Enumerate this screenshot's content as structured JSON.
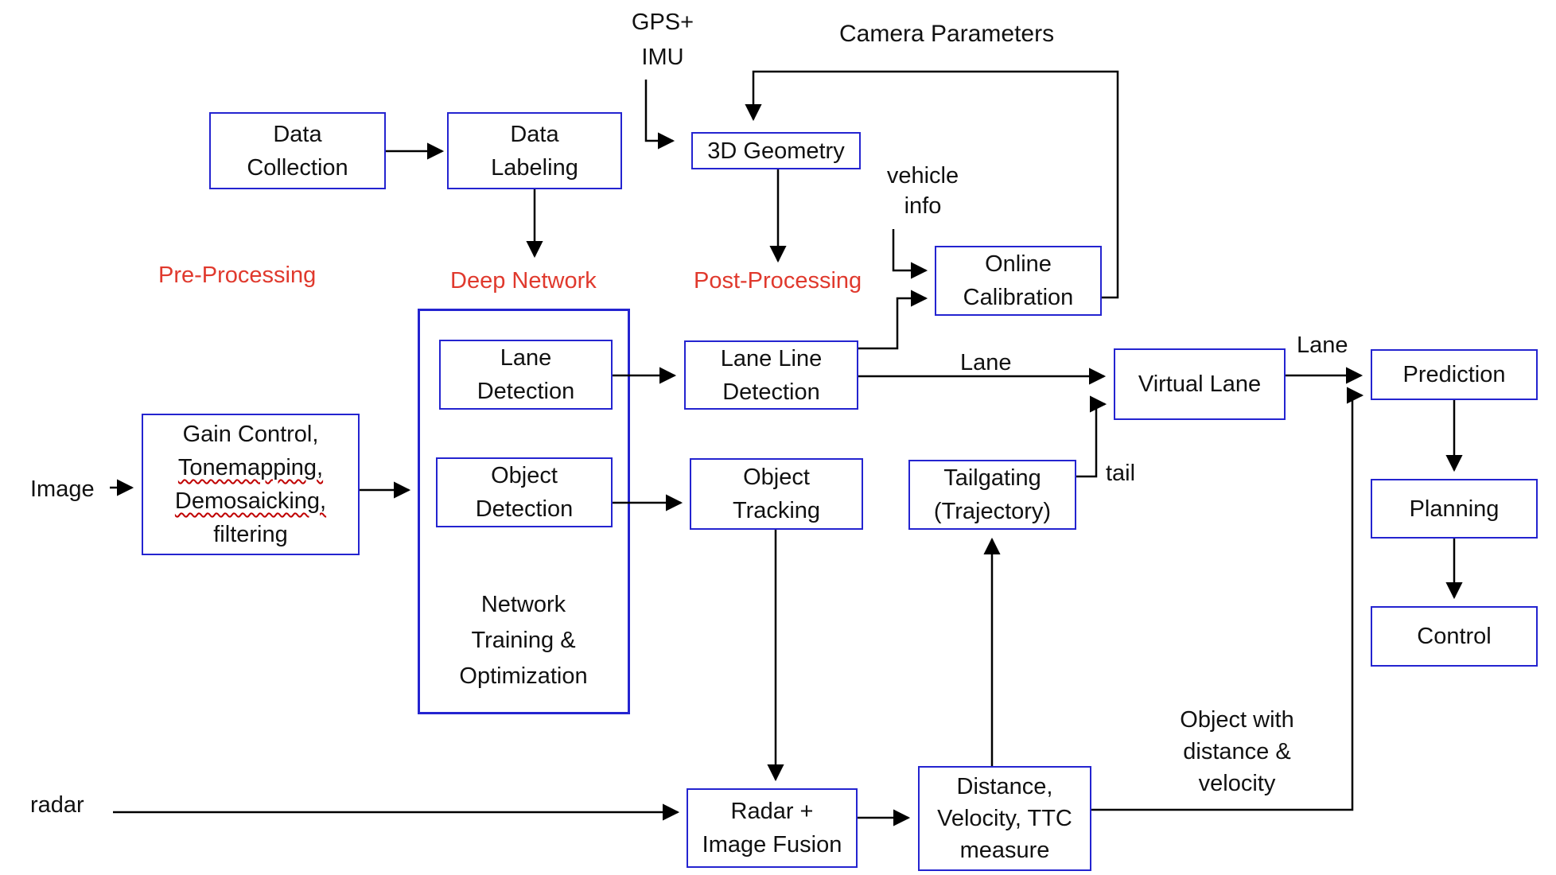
{
  "colors": {
    "box_border": "#2424d0",
    "red_label": "#e0392d",
    "squiggle": "#c00000",
    "line": "#000000"
  },
  "nodes": {
    "data_collection": {
      "label": "Data\nCollection"
    },
    "data_labeling": {
      "label": "Data\nLabeling"
    },
    "geometry_3d": {
      "label": "3D Geometry"
    },
    "online_calibration": {
      "label": "Online\nCalibration"
    },
    "lane_detection": {
      "label": "Lane\nDetection"
    },
    "object_detection": {
      "label": "Object\nDetection"
    },
    "lane_line_detection": {
      "label": "Lane Line\nDetection"
    },
    "gain_control": {
      "lines": [
        "Gain Control,",
        "Tonemapping,",
        "Demosaicking,",
        "filtering"
      ]
    },
    "object_tracking": {
      "label": "Object\nTracking"
    },
    "tailgating": {
      "label": "Tailgating\n(Trajectory)"
    },
    "virtual_lane": {
      "label": "Virtual Lane"
    },
    "prediction": {
      "label": "Prediction"
    },
    "planning": {
      "label": "Planning"
    },
    "control": {
      "label": "Control"
    },
    "radar_fusion": {
      "label": "Radar +\nImage Fusion"
    },
    "distance_measure": {
      "label": "Distance,\nVelocity, TTC\nmeasure"
    }
  },
  "labels": {
    "gps_imu": "GPS+\nIMU",
    "camera_parameters": "Camera Parameters",
    "vehicle_info": "vehicle\ninfo",
    "pre_processing": "Pre-Processing",
    "deep_network": "Deep Network",
    "post_processing": "Post-Processing",
    "network_training": "Network\nTraining &\nOptimization",
    "image_input": "Image",
    "radar_input": "radar",
    "lane_mid": "Lane",
    "lane_right": "Lane",
    "tail": "tail",
    "object_with_distance": "Object with\ndistance &\nvelocity"
  }
}
